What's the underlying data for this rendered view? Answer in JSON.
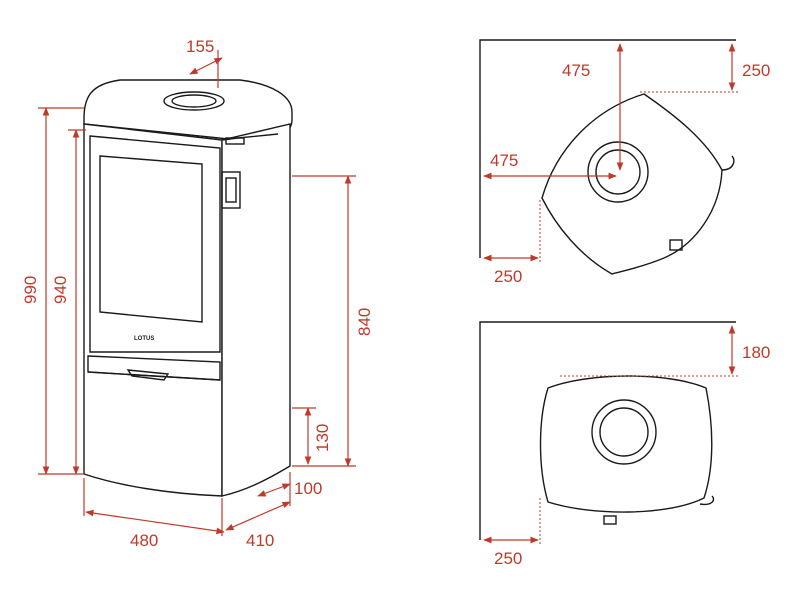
{
  "front_view": {
    "logo": "LOTUS",
    "dims": {
      "flue_offset": "155",
      "total_height": "990",
      "body_height": "940",
      "inlet_height": "840",
      "base_height": "130",
      "base_depth": "100",
      "width": "480",
      "depth": "410"
    }
  },
  "corner_plan": {
    "dims": {
      "flue_from_back": "475",
      "flue_from_side": "475",
      "back_clearance": "250",
      "side_clearance": "250"
    }
  },
  "wall_plan": {
    "dims": {
      "back_clearance": "180",
      "side_clearance": "250"
    }
  },
  "colors": {
    "dimension": "#c0392b",
    "outline": "#1a1a1a"
  }
}
